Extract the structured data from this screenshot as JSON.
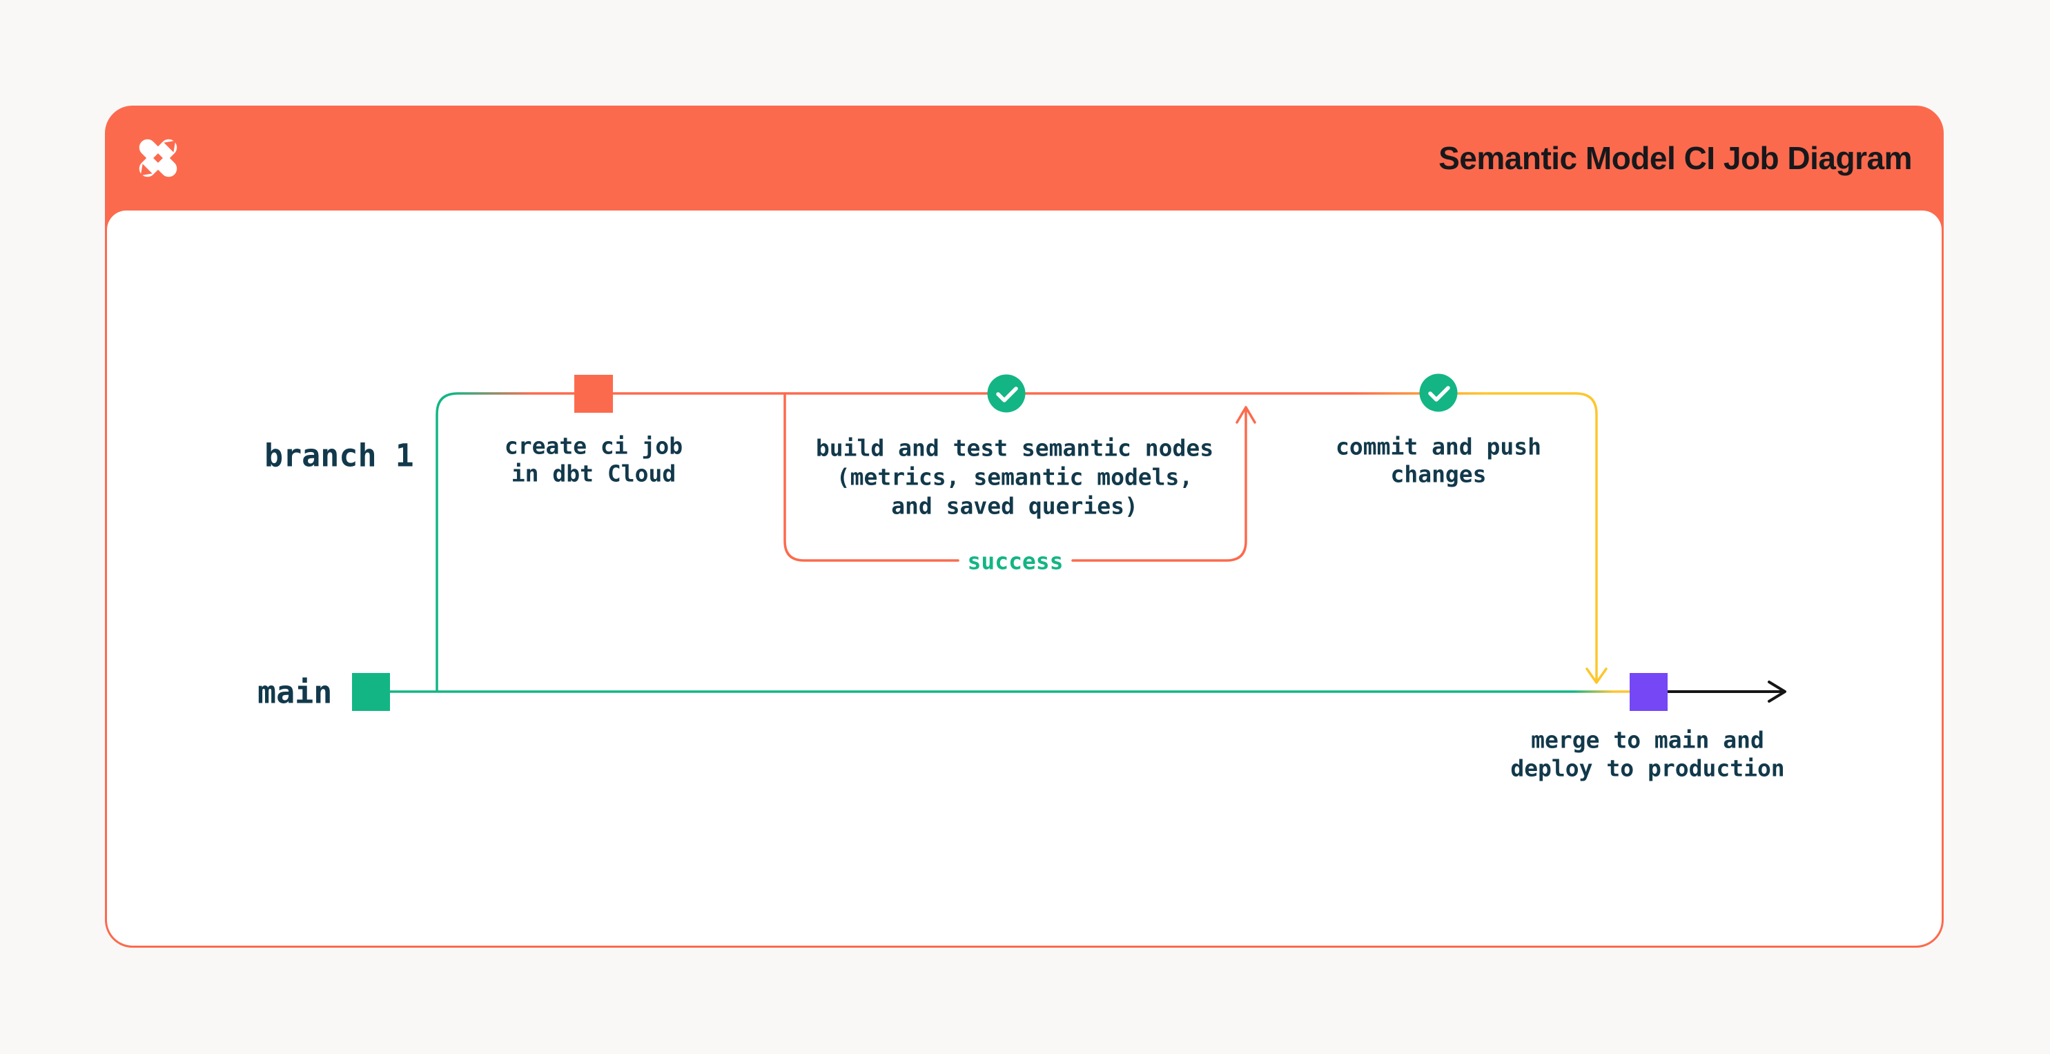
{
  "header": {
    "title": "Semantic Model CI Job Diagram",
    "logo": "dbt-logo",
    "background_color": "#fc6a4d",
    "title_color": "#17181c"
  },
  "colors": {
    "orange": "#fc6a4d",
    "green": "#13b584",
    "yellow": "#fdc62d",
    "purple": "#7547f5",
    "ink": "#12394b",
    "card_body": "#ffffff",
    "page_background": "#faf8f7"
  },
  "diagram": {
    "branch_label": "branch 1",
    "main_label": "main",
    "loop_label": "success",
    "node_create_ci": {
      "lines": [
        "create ci job",
        "in dbt Cloud"
      ]
    },
    "node_build_test": {
      "lines": [
        "build and test semantic nodes",
        "(metrics, semantic models,",
        "and saved queries)"
      ]
    },
    "node_commit_push": {
      "lines": [
        "commit and push",
        "changes"
      ]
    },
    "node_merge_deploy": {
      "lines": [
        "merge to main and",
        "deploy to production"
      ]
    }
  }
}
